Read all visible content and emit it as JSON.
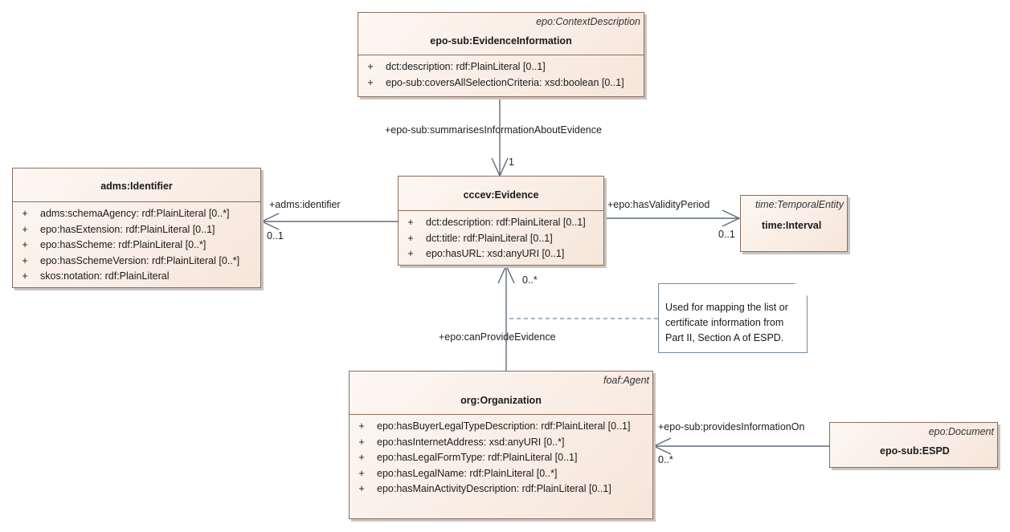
{
  "classes": {
    "evidence_information": {
      "stereotype": "epo:ContextDescription",
      "name": "epo-sub:EvidenceInformation",
      "attributes": [
        {
          "vis": "+",
          "text": "dct:description: rdf:PlainLiteral [0..1]"
        },
        {
          "vis": "+",
          "text": "epo-sub:coversAllSelectionCriteria: xsd:boolean [0..1]"
        }
      ]
    },
    "identifier": {
      "stereotype": "",
      "name": "adms:Identifier",
      "attributes": [
        {
          "vis": "+",
          "text": "adms:schemaAgency: rdf:PlainLiteral [0..*]"
        },
        {
          "vis": "+",
          "text": "epo:hasExtension: rdf:PlainLiteral [0..1]"
        },
        {
          "vis": "+",
          "text": "epo:hasScheme: rdf:PlainLiteral [0..*]"
        },
        {
          "vis": "+",
          "text": "epo:hasSchemeVersion: rdf:PlainLiteral [0..*]"
        },
        {
          "vis": "+",
          "text": "skos:notation: rdf:PlainLiteral"
        }
      ]
    },
    "evidence": {
      "stereotype": "",
      "name": "cccev:Evidence",
      "attributes": [
        {
          "vis": "+",
          "text": "dct:description: rdf:PlainLiteral [0..1]"
        },
        {
          "vis": "+",
          "text": "dct:title: rdf:PlainLiteral [0..1]"
        },
        {
          "vis": "+",
          "text": "epo:hasURL: xsd:anyURI [0..1]"
        }
      ]
    },
    "interval": {
      "stereotype": "time:TemporalEntity",
      "name": "time:Interval",
      "attributes": []
    },
    "organization": {
      "stereotype": "foaf:Agent",
      "name": "org:Organization",
      "attributes": [
        {
          "vis": "+",
          "text": "epo:hasBuyerLegalTypeDescription: rdf:PlainLiteral [0..1]"
        },
        {
          "vis": "+",
          "text": "epo:hasInternetAddress: xsd:anyURI [0..*]"
        },
        {
          "vis": "+",
          "text": "epo:hasLegalFormType: rdf:PlainLiteral [0..1]"
        },
        {
          "vis": "+",
          "text": "epo:hasLegalName: rdf:PlainLiteral [0..*]"
        },
        {
          "vis": "+",
          "text": "epo:hasMainActivityDescription: rdf:PlainLiteral [0..1]"
        }
      ]
    },
    "espd": {
      "stereotype": "epo:Document",
      "name": "epo-sub:ESPD",
      "attributes": []
    }
  },
  "associations": {
    "summarises": {
      "role": "+epo-sub:summarisesInformationAboutEvidence",
      "multiplicity": "1"
    },
    "identifier": {
      "role": "+adms:identifier",
      "multiplicity": "0..1"
    },
    "validity": {
      "role": "+epo:hasValidityPeriod",
      "multiplicity": "0..1"
    },
    "can_provide": {
      "role": "+epo:canProvideEvidence",
      "multiplicity": "0..*"
    },
    "provides_info": {
      "role": "+epo-sub:providesInformationOn",
      "multiplicity": "0..*"
    }
  },
  "note": {
    "lines": [
      "Used for mapping the list or",
      "certificate information from",
      "Part II, Section A of ESPD."
    ]
  },
  "colors": {
    "line": "#5f6b7d",
    "class_border": "#8a6d5c",
    "class_fill": "#f6e6db",
    "note_border": "#6f8aa0"
  }
}
